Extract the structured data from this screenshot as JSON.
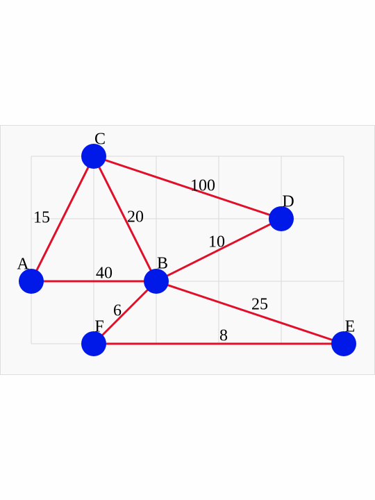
{
  "colors": {
    "edge": "#e0102a",
    "node": "#0019e8",
    "grid": "#d9d9d9",
    "panel": "#f9f9f9"
  },
  "graph": {
    "nodes": [
      {
        "id": "A",
        "label": "A"
      },
      {
        "id": "B",
        "label": "B"
      },
      {
        "id": "C",
        "label": "C"
      },
      {
        "id": "D",
        "label": "D"
      },
      {
        "id": "E",
        "label": "E"
      },
      {
        "id": "F",
        "label": "F"
      }
    ],
    "edges": [
      {
        "from": "A",
        "to": "C",
        "weight": "15"
      },
      {
        "from": "C",
        "to": "B",
        "weight": "20"
      },
      {
        "from": "C",
        "to": "D",
        "weight": "100"
      },
      {
        "from": "B",
        "to": "D",
        "weight": "10"
      },
      {
        "from": "A",
        "to": "B",
        "weight": "40"
      },
      {
        "from": "F",
        "to": "B",
        "weight": "6"
      },
      {
        "from": "B",
        "to": "E",
        "weight": "25"
      },
      {
        "from": "F",
        "to": "E",
        "weight": "8"
      }
    ]
  }
}
